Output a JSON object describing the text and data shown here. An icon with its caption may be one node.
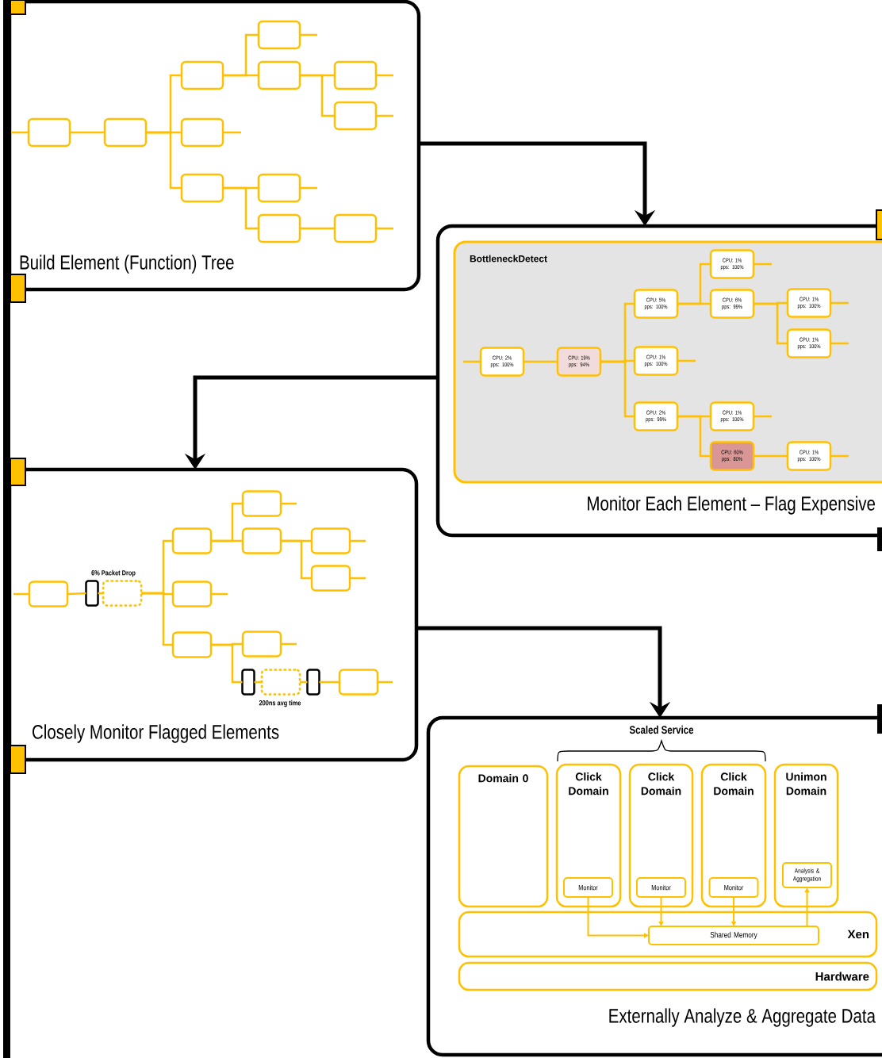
{
  "diagram": {
    "nodes": [
      {
        "text": [
          "Build Element (Function) Tree"
        ]
      },
      {
        "text": [],
        "shape": "box",
        "in": 0
      },
      {
        "text": [],
        "shape": "box",
        "in": 0
      },
      {
        "text": [],
        "shape": "box",
        "in": 0
      },
      {
        "text": [],
        "shape": "box",
        "in": 0
      },
      {
        "text": [],
        "shape": "box",
        "in": 0
      },
      {
        "text": [],
        "shape": "box",
        "in": 0
      },
      {
        "text": [],
        "shape": "box",
        "in": 0
      },
      {
        "text": [],
        "shape": "box",
        "in": 0
      },
      {
        "text": [],
        "shape": "box",
        "in": 0
      },
      {
        "text": [],
        "shape": "box",
        "in": 0
      },
      {
        "text": [],
        "shape": "box",
        "in": 0
      },
      {
        "text": [],
        "shape": "box",
        "in": 0
      },
      {
        "text": [
          "Monitor Each Element – Flag Expensive"
        ]
      },
      {
        "text": [
          "BottleneckDetect"
        ],
        "in": 13
      },
      {
        "text": [
          "CPU: 2% pps: 100%"
        ],
        "in": 14
      },
      {
        "text": [
          "CPU: 19% pps: 94%"
        ],
        "in": 14
      },
      {
        "text": [
          "CPU: 5% pps: 100%"
        ],
        "in": 14
      },
      {
        "text": [
          "CPU: 1% pps: 100%"
        ],
        "in": 14
      },
      {
        "text": [
          "CPU: 2% pps: 99%"
        ],
        "in": 14
      },
      {
        "text": [
          "CPU: 1% pps: 100%"
        ],
        "in": 14
      },
      {
        "text": [
          "CPU: 6% pps: 99%"
        ],
        "in": 14
      },
      {
        "text": [
          "CPU: 1% pps: 100%"
        ],
        "in": 14
      },
      {
        "text": [
          "CPU: 1% pps: 100%"
        ],
        "in": 14
      },
      {
        "text": [
          "CPU: 1% pps: 100%"
        ],
        "in": 14
      },
      {
        "text": [
          "CPU: 60% pps: 80%"
        ],
        "in": 14
      },
      {
        "text": [
          "CPU: 1% pps: 100%"
        ],
        "in": 14
      },
      {
        "text": [
          "Closely Monitor Flagged Elements"
        ]
      },
      {
        "text": [],
        "shape": "box",
        "in": 27
      },
      {
        "text": [],
        "shape": "bar",
        "in": 27
      },
      {
        "text": [],
        "shape": "box",
        "in": 27,
        "beside": [
          "6% Packet Drop"
        ]
      },
      {
        "text": [],
        "shape": "box",
        "in": 27
      },
      {
        "text": [],
        "shape": "box",
        "in": 27
      },
      {
        "text": [],
        "shape": "box",
        "in": 27
      },
      {
        "text": [],
        "shape": "box",
        "in": 27
      },
      {
        "text": [],
        "shape": "box",
        "in": 27
      },
      {
        "text": [],
        "shape": "box",
        "in": 27
      },
      {
        "text": [],
        "shape": "box",
        "in": 27
      },
      {
        "text": [],
        "shape": "box",
        "in": 27
      },
      {
        "text": [],
        "shape": "bar",
        "in": 27
      },
      {
        "text": [],
        "shape": "box",
        "in": 27,
        "beside": [
          "200ns avg time"
        ]
      },
      {
        "text": [],
        "shape": "bar",
        "in": 27
      },
      {
        "text": [],
        "shape": "box",
        "in": 27
      },
      {
        "text": [
          "Externally Analyze & Aggregate Data"
        ]
      },
      {
        "text": [
          "Domain 0"
        ],
        "in": 43
      },
      {
        "text": [
          "Click Domain"
        ],
        "in": 43
      },
      {
        "text": [
          "Monitor"
        ],
        "in": 45
      },
      {
        "text": [
          "Click Domain"
        ],
        "in": 43
      },
      {
        "text": [
          "Monitor"
        ],
        "in": 47
      },
      {
        "text": [
          "Click Domain"
        ],
        "in": 43
      },
      {
        "text": [
          "Monitor"
        ],
        "in": 49
      },
      {
        "text": [
          "Unimon Domain"
        ],
        "in": 43
      },
      {
        "text": [
          "Analysis & Aggregation"
        ],
        "in": 51
      },
      {
        "text": [
          "Xen"
        ],
        "in": 43
      },
      {
        "text": [
          "Shared Memory"
        ],
        "in": 53
      },
      {
        "text": [
          "Hardware"
        ],
        "in": 43
      }
    ],
    "edges": [
      {
        "from": 0,
        "to": 13,
        "arrow": "to",
        "style": "thick",
        "color": "#000000"
      },
      {
        "from": 13,
        "to": 27,
        "arrow": "to",
        "style": "thick",
        "color": "#000000"
      },
      {
        "from": 27,
        "to": 43,
        "arrow": "to",
        "style": "thick",
        "color": "#000000"
      },
      {
        "from": 1,
        "to": 2,
        "arrow": "none"
      },
      {
        "from": 2,
        "to": 3,
        "arrow": "none"
      },
      {
        "from": 2,
        "to": 4,
        "arrow": "none"
      },
      {
        "from": 2,
        "to": 5,
        "arrow": "none"
      },
      {
        "from": 3,
        "to": 6,
        "arrow": "none"
      },
      {
        "from": 3,
        "to": 7,
        "arrow": "none"
      },
      {
        "from": 7,
        "to": 8,
        "arrow": "none"
      },
      {
        "from": 7,
        "to": 9,
        "arrow": "none"
      },
      {
        "from": 5,
        "to": 10,
        "arrow": "none"
      },
      {
        "from": 5,
        "to": 11,
        "arrow": "none"
      },
      {
        "from": 11,
        "to": 12,
        "arrow": "none"
      },
      {
        "from": 15,
        "to": 16,
        "arrow": "none"
      },
      {
        "from": 16,
        "to": 17,
        "arrow": "none"
      },
      {
        "from": 16,
        "to": 18,
        "arrow": "none"
      },
      {
        "from": 16,
        "to": 19,
        "arrow": "none"
      },
      {
        "from": 17,
        "to": 20,
        "arrow": "none"
      },
      {
        "from": 17,
        "to": 21,
        "arrow": "none"
      },
      {
        "from": 21,
        "to": 22,
        "arrow": "none"
      },
      {
        "from": 21,
        "to": 23,
        "arrow": "none"
      },
      {
        "from": 19,
        "to": 24,
        "arrow": "none"
      },
      {
        "from": 19,
        "to": 25,
        "arrow": "none"
      },
      {
        "from": 25,
        "to": 26,
        "arrow": "none"
      },
      {
        "from": 28,
        "to": 29,
        "arrow": "none"
      },
      {
        "from": 29,
        "to": 30,
        "arrow": "none"
      },
      {
        "from": 30,
        "to": 31,
        "arrow": "none"
      },
      {
        "from": 30,
        "to": 32,
        "arrow": "none"
      },
      {
        "from": 30,
        "to": 33,
        "arrow": "none"
      },
      {
        "from": 31,
        "to": 34,
        "arrow": "none"
      },
      {
        "from": 31,
        "to": 35,
        "arrow": "none"
      },
      {
        "from": 35,
        "to": 36,
        "arrow": "none"
      },
      {
        "from": 35,
        "to": 37,
        "arrow": "none"
      },
      {
        "from": 33,
        "to": 38,
        "arrow": "none"
      },
      {
        "from": 33,
        "to": 39,
        "arrow": "none"
      },
      {
        "from": 39,
        "to": 40,
        "arrow": "none"
      },
      {
        "from": 40,
        "to": 41,
        "arrow": "none"
      },
      {
        "from": 41,
        "to": 42,
        "arrow": "none"
      },
      {
        "from": 46,
        "to": 54,
        "arrow": "to"
      },
      {
        "from": 48,
        "to": 54,
        "arrow": "to"
      },
      {
        "from": 50,
        "to": 54,
        "arrow": "to"
      },
      {
        "from": 54,
        "to": 52,
        "arrow": "to"
      }
    ],
    "labels": [
      "Scaled Service"
    ]
  }
}
